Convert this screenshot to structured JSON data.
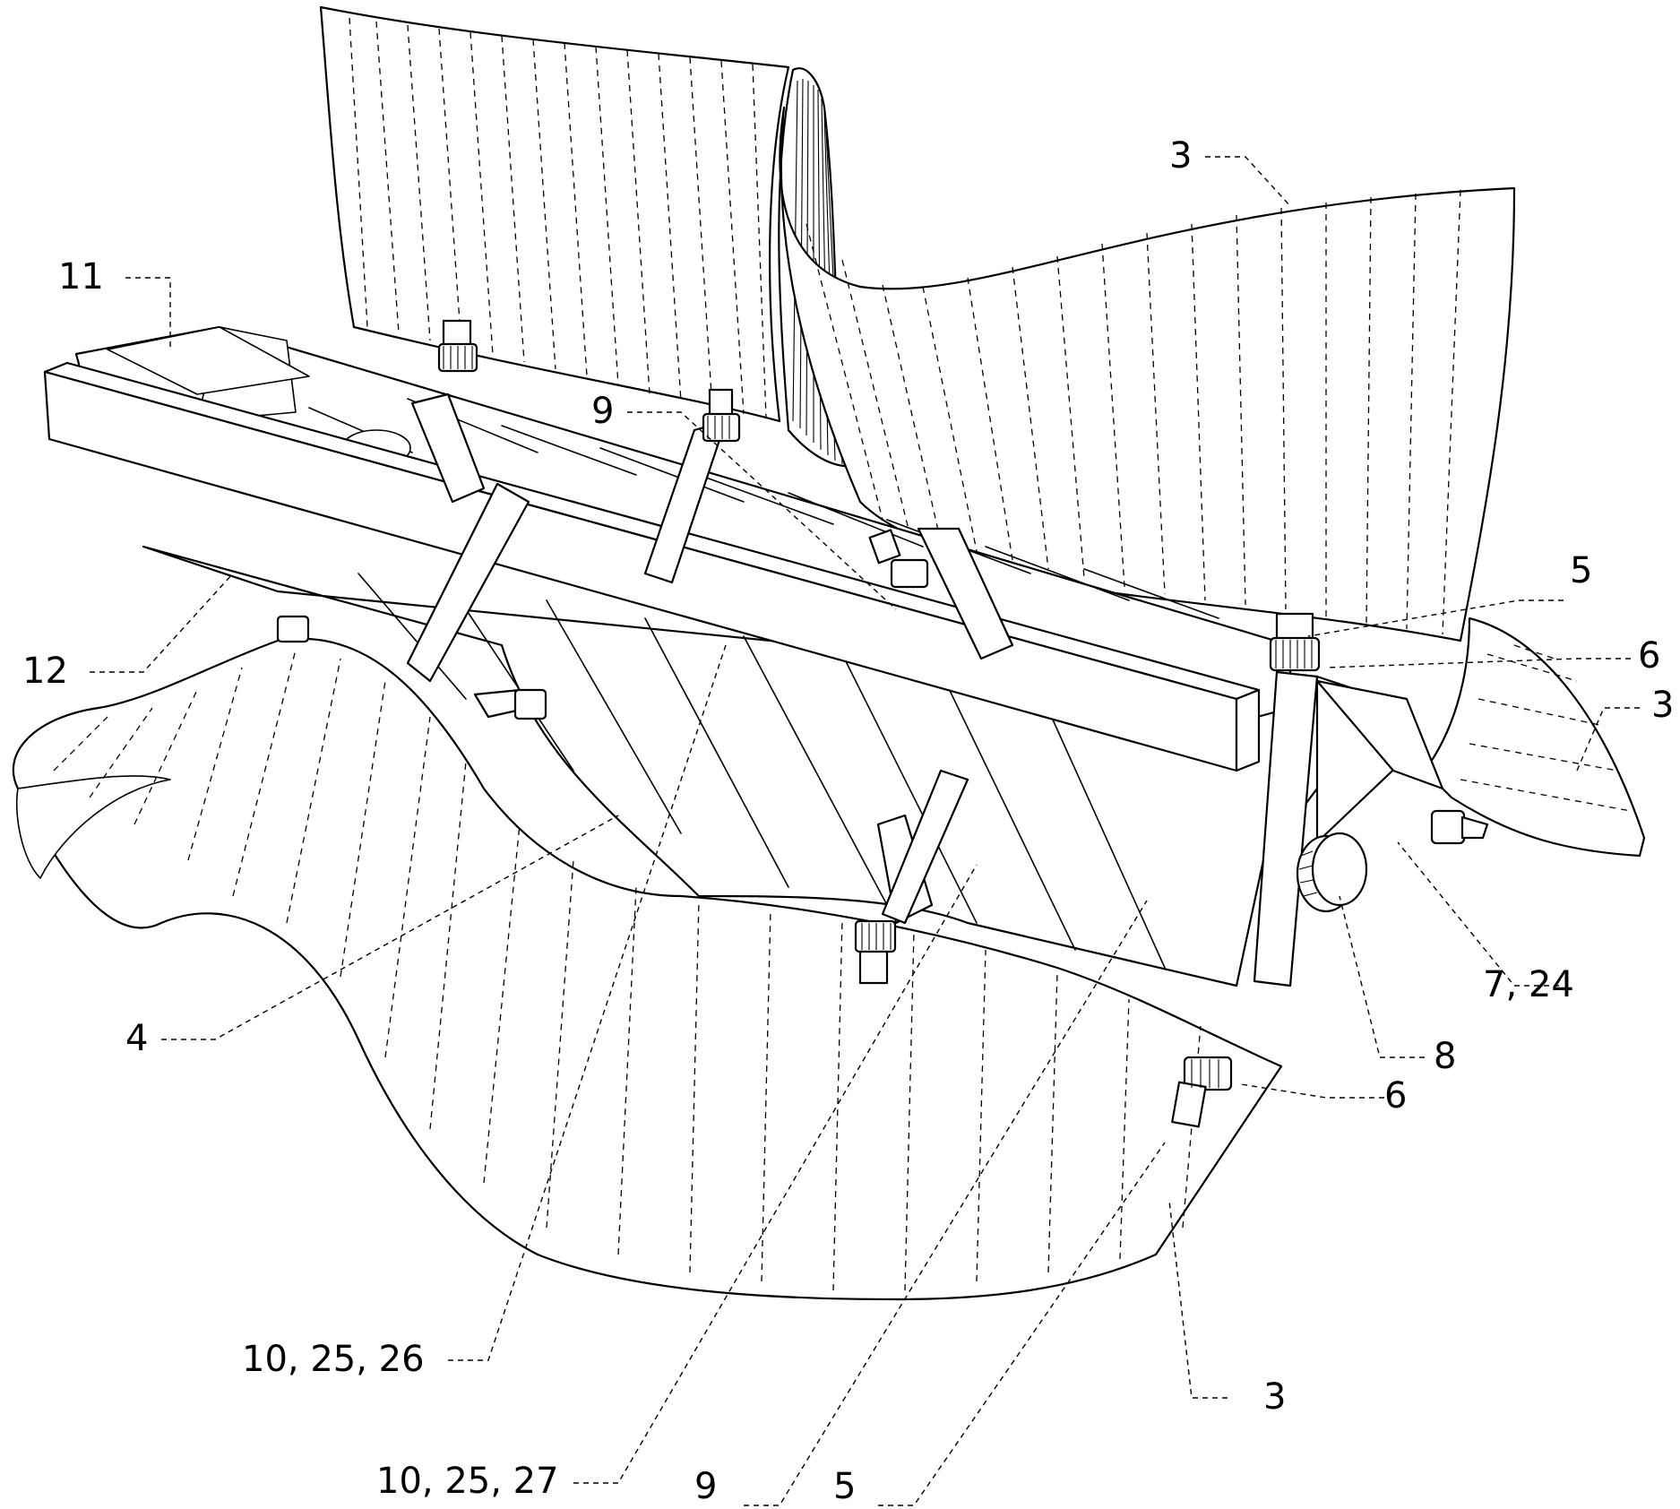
{
  "figure": {
    "labels": {
      "l_11": "11",
      "l_3_top": "3",
      "l_9_top": "9",
      "l_5_right": "5",
      "l_6_right": "6",
      "l_3_right": "3",
      "l_12": "12",
      "l_4": "4",
      "l_7_24": "7, 24",
      "l_8": "8",
      "l_6_bottom": "6",
      "l_10_25_26": "10, 25, 26",
      "l_10_25_27": "10, 25, 27",
      "l_9_bottom": "9",
      "l_5_bottom": "5",
      "l_3_bottom": "3"
    }
  }
}
